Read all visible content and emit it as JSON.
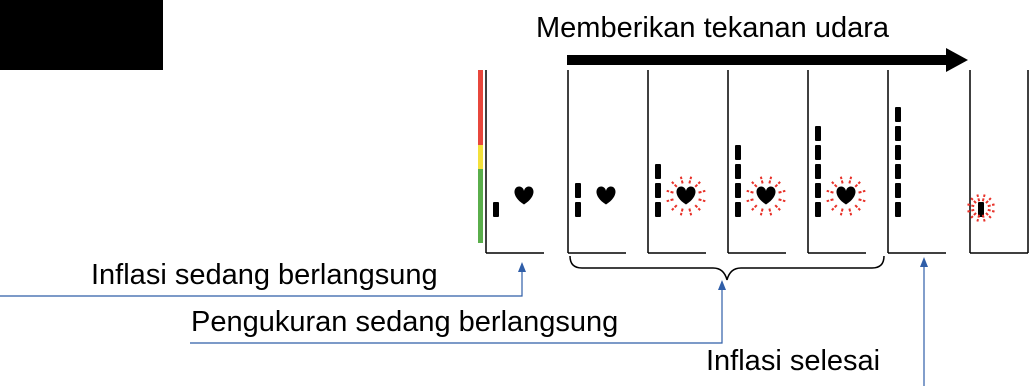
{
  "title": "Memberikan tekanan udara",
  "labels": {
    "inflation_in_progress": "Inflasi sedang berlangsung",
    "measurement_in_progress": "Pengukuran sedang berlangsung",
    "inflation_complete": "Inflasi selesai"
  },
  "colors": {
    "ink": "#000000",
    "pointer_line": "#2f5ea8",
    "pulse_rays": "#e8322a",
    "scale_red": "#e8473c",
    "scale_yellow": "#f3e03b",
    "scale_green": "#5aae4b"
  },
  "panels": [
    {
      "bars": 1,
      "heart": "plain"
    },
    {
      "bars": 2,
      "heart": "plain"
    },
    {
      "bars": 3,
      "heart": "pulsing"
    },
    {
      "bars": 4,
      "heart": "pulsing"
    },
    {
      "bars": 5,
      "heart": "pulsing"
    },
    {
      "bars": 6,
      "heart": "none"
    },
    {
      "bars": 1,
      "heart": "none",
      "pulse_on_bar": true
    }
  ],
  "icons": [
    "heart-icon",
    "pulse-burst-icon",
    "arrow-right-icon"
  ]
}
